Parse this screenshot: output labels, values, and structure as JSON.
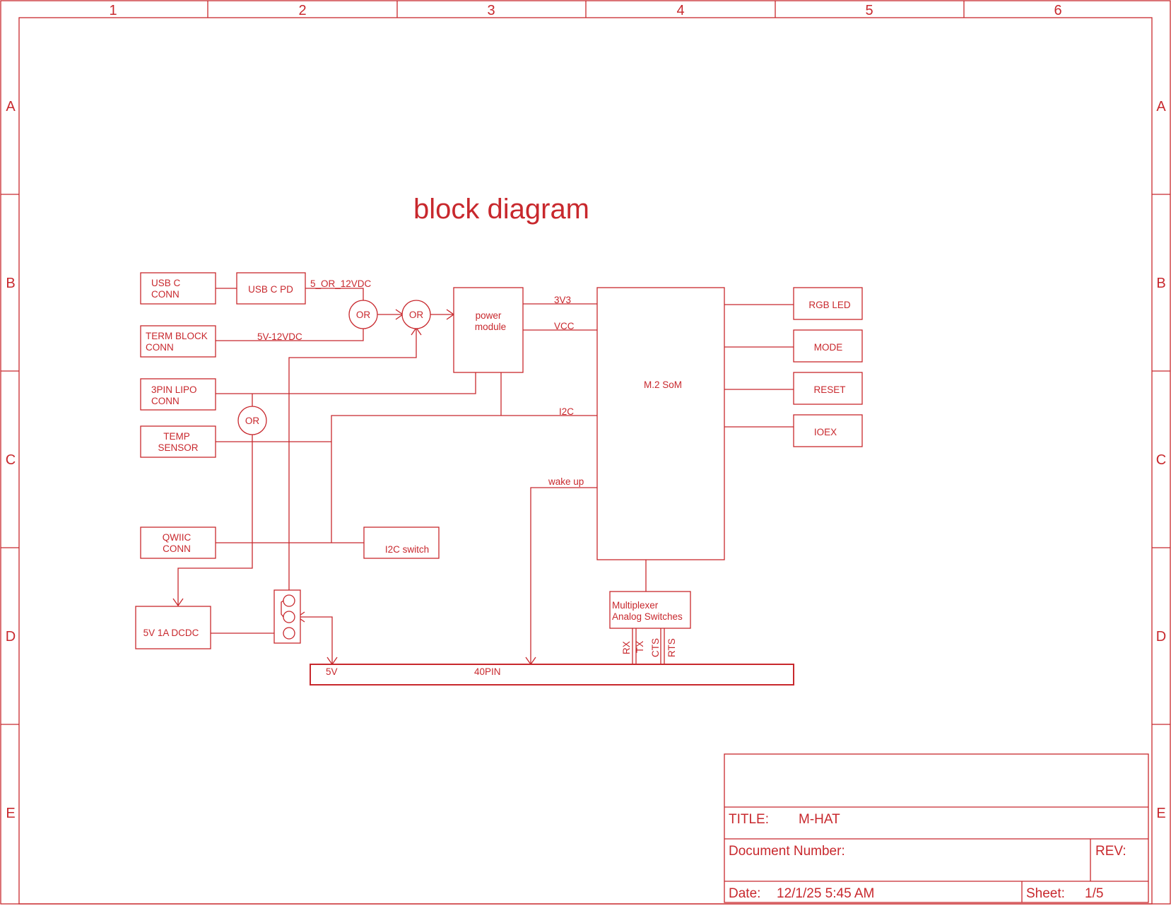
{
  "frame": {
    "columns": [
      "1",
      "2",
      "3",
      "4",
      "5",
      "6"
    ],
    "rows": [
      "A",
      "B",
      "C",
      "D",
      "E"
    ]
  },
  "title": "block diagram",
  "blocks": {
    "usb_c_conn": [
      "USB C",
      "CONN"
    ],
    "usb_c_pd": "USB C PD",
    "term_block_conn": [
      "TERM BLOCK",
      "CONN"
    ],
    "lipo_conn": [
      "3PIN LIPO",
      "CONN"
    ],
    "temp_sensor": [
      "TEMP",
      "SENSOR"
    ],
    "qwiic_conn": [
      "QWIIC",
      "CONN"
    ],
    "dcdc": "5V 1A DCDC",
    "i2c_switch": "I2C switch",
    "power_module": [
      "power",
      "module"
    ],
    "som": "M.2 SoM",
    "rgb_led": "RGB LED",
    "mode": "MODE",
    "reset": "RESET",
    "ioex": "IOEX",
    "multiplexer": [
      "Multiplexer",
      "Analog Switches"
    ],
    "header_40pin": "40PIN"
  },
  "or_gates": {
    "or1": "OR",
    "or2": "OR",
    "or3": "OR"
  },
  "nets": {
    "v5_or_12": "5_OR_12VDC",
    "v5_12": "5V-12VDC",
    "v3v3": "3V3",
    "vcc": "VCC",
    "i2c": "I2C",
    "wake_up": "wake up",
    "v5": "5V",
    "rx": "RX",
    "tx": "TX",
    "cts": "CTS",
    "rts": "RTS"
  },
  "title_block": {
    "title_label": "TITLE:",
    "title_value": "M-HAT",
    "doc_label": "Document Number:",
    "rev_label": "REV:",
    "date_label": "Date:",
    "date_value": "12/1/25 5:45 AM",
    "sheet_label": "Sheet:",
    "sheet_value": "1/5"
  },
  "colors": {
    "ink": "#c8282d",
    "paper": "#ffffff"
  }
}
